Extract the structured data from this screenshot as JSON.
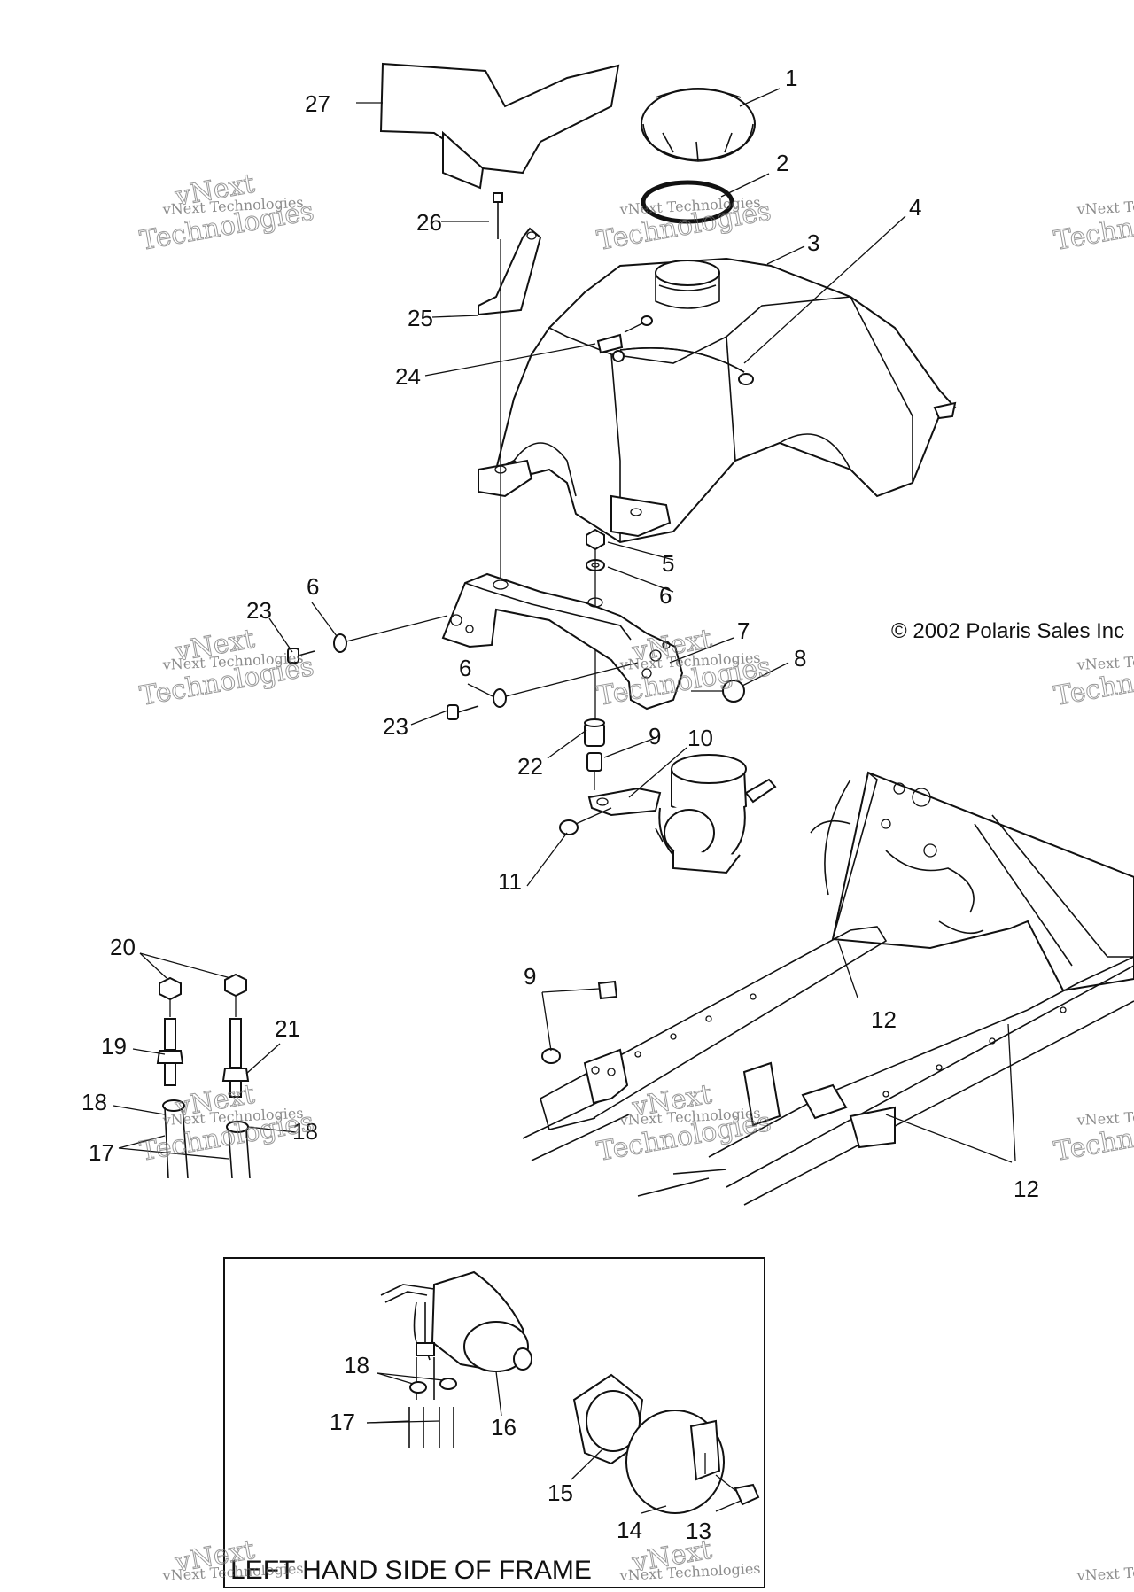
{
  "copyright": "© 2002 Polaris Sales Inc",
  "watermark": {
    "line1": "vNext Technologies",
    "line2": "Technologies",
    "line3": "vNext"
  },
  "inset": {
    "title": "LEFT HAND SIDE OF FRAME"
  },
  "callouts": {
    "c1": "1",
    "c2": "2",
    "c3": "3",
    "c4": "4",
    "c5": "5",
    "c6a": "6",
    "c6b": "6",
    "c6c": "6",
    "c7": "7",
    "c8": "8",
    "c9a": "9",
    "c9b": "9",
    "c10": "10",
    "c11": "11",
    "c12a": "12",
    "c12b": "12",
    "c13": "13",
    "c14": "14",
    "c15": "15",
    "c16": "16",
    "c17a": "17",
    "c17b": "17",
    "c18a": "18",
    "c18b": "18",
    "c18c": "18",
    "c19": "19",
    "c20": "20",
    "c21": "21",
    "c22": "22",
    "c23a": "23",
    "c23b": "23",
    "c24": "24",
    "c25": "25",
    "c26": "26",
    "c27": "27"
  }
}
